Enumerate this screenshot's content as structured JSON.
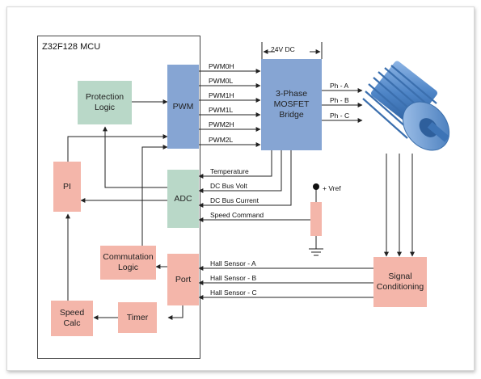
{
  "mcu_title": "Z32F128 MCU",
  "blocks": {
    "protection": [
      "Protection",
      "Logic"
    ],
    "pwm": "PWM",
    "adc": "ADC",
    "pi": "PI",
    "commutation": [
      "Commutation",
      "Logic"
    ],
    "port": "Port",
    "speed_calc": [
      "Speed",
      "Calc"
    ],
    "timer": "Timer",
    "bridge": [
      "3-Phase",
      "MOSFET",
      "Bridge"
    ],
    "signal": [
      "Signal",
      "Conditioning"
    ]
  },
  "supply_label": "24V DC",
  "vref_label": "+ Vref",
  "pwm_signals": [
    "PWM0H",
    "PWM0L",
    "PWM1H",
    "PWM1L",
    "PWM2H",
    "PWM2L"
  ],
  "phases": [
    "Ph - A",
    "Ph - B",
    "Ph - C"
  ],
  "adc_signals": [
    "Temperature",
    "DC Bus Volt",
    "DC Bus Current",
    "Speed Command"
  ],
  "hall_signals": [
    "Hall Sensor - A",
    "Hall Sensor - B",
    "Hall Sensor - C"
  ],
  "colors": {
    "pink": "#f4b6aa",
    "green": "#b9d8c8",
    "blue": "#86a5d3",
    "motor": "#4d84c6"
  }
}
